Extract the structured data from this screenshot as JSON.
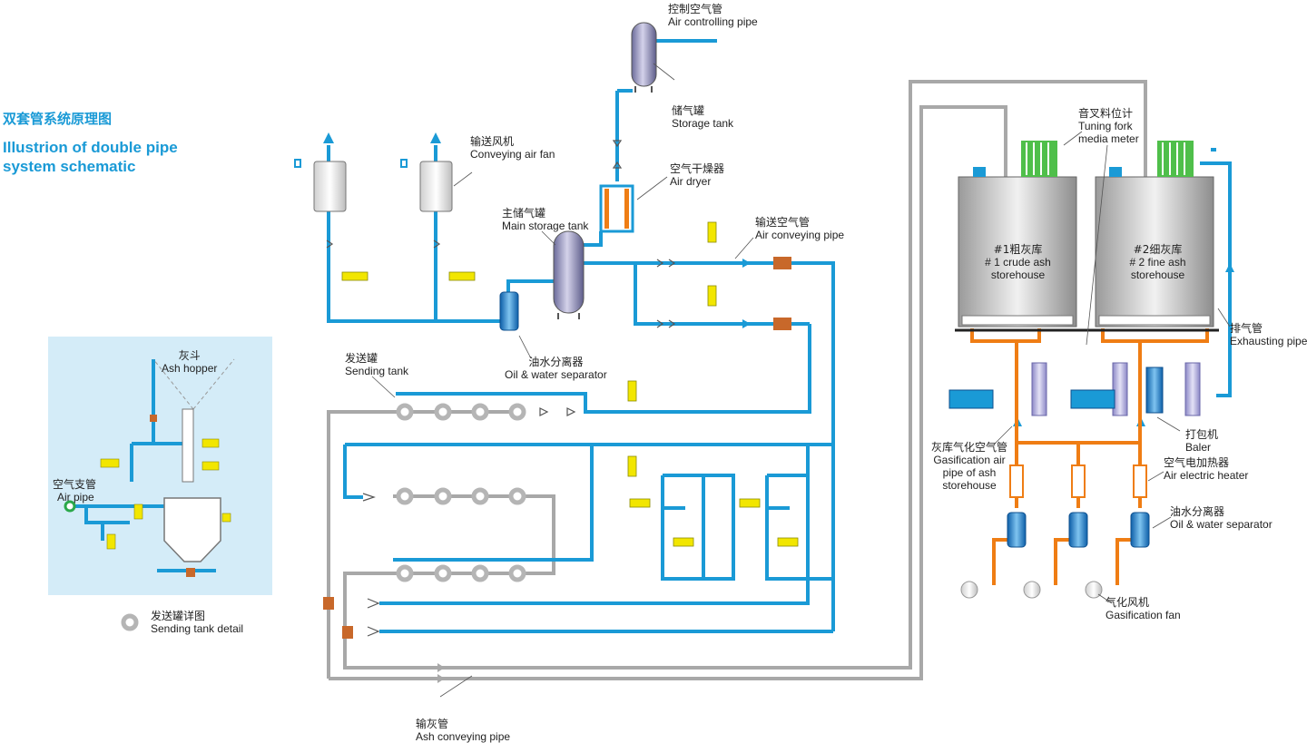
{
  "title": {
    "cn": "双套管系统原理图",
    "en": "Illustrion of double pipe system schematic"
  },
  "labels": {
    "air_controlling_pipe": {
      "cn": "控制空气管",
      "en": "Air controlling pipe"
    },
    "storage_tank": {
      "cn": "储气罐",
      "en": "Storage tank"
    },
    "conveying_air_fan": {
      "cn": "输送风机",
      "en": "Conveying air fan"
    },
    "air_dryer": {
      "cn": "空气干燥器",
      "en": "Air dryer"
    },
    "main_storage_tank": {
      "cn": "主储气罐",
      "en": "Main storage tank"
    },
    "air_conveying_pipe": {
      "cn": "输送空气管",
      "en": "Air conveying pipe"
    },
    "oil_water_separator_main": {
      "cn": "油水分离器",
      "en": "Oil & water separator"
    },
    "sending_tank": {
      "cn": "发送罐",
      "en": "Sending tank"
    },
    "ash_hopper": {
      "cn": "灰斗",
      "en": "Ash hopper"
    },
    "air_pipe": {
      "cn": "空气支管",
      "en": "Air pipe"
    },
    "sending_tank_detail": {
      "cn": "发送罐详图",
      "en": "Sending tank detail"
    },
    "ash_conveying_pipe": {
      "cn": "输灰管",
      "en": "Ash conveying pipe"
    },
    "tuning_fork": {
      "cn": "音叉料位计",
      "en": "Tuning fork media meter"
    },
    "crude_ash_storehouse": {
      "cn": "#1粗灰库",
      "en": "# 1 crude ash storehouse"
    },
    "fine_ash_storehouse": {
      "cn": "#2细灰库",
      "en": "# 2 fine ash storehouse"
    },
    "exhausting_pipe": {
      "cn": "排气管",
      "en": "Exhausting pipe"
    },
    "baler": {
      "cn": "打包机",
      "en": "Baler"
    },
    "gasification_air_pipe": {
      "cn": "灰库气化空气管",
      "en": "Gasification air pipe of ash storehouse"
    },
    "air_electric_heater": {
      "cn": "空气电加热器",
      "en": "Air electric heater"
    },
    "oil_water_separator_right": {
      "cn": "油水分离器",
      "en": "Oil & water separator"
    },
    "gasification_fan": {
      "cn": "气化风机",
      "en": "Gasification fan"
    }
  },
  "colors": {
    "air_pipe": "#1a9ad6",
    "ash_pipe": "#a8a8a8",
    "gasification_pipe": "#ef7d14",
    "valve_yellow": "#f2e600",
    "valve_orange": "#c8682a",
    "inset_bg": "#d4ecf8",
    "silo": "#c9c9c9",
    "vent_green": "#4fbf4a"
  }
}
